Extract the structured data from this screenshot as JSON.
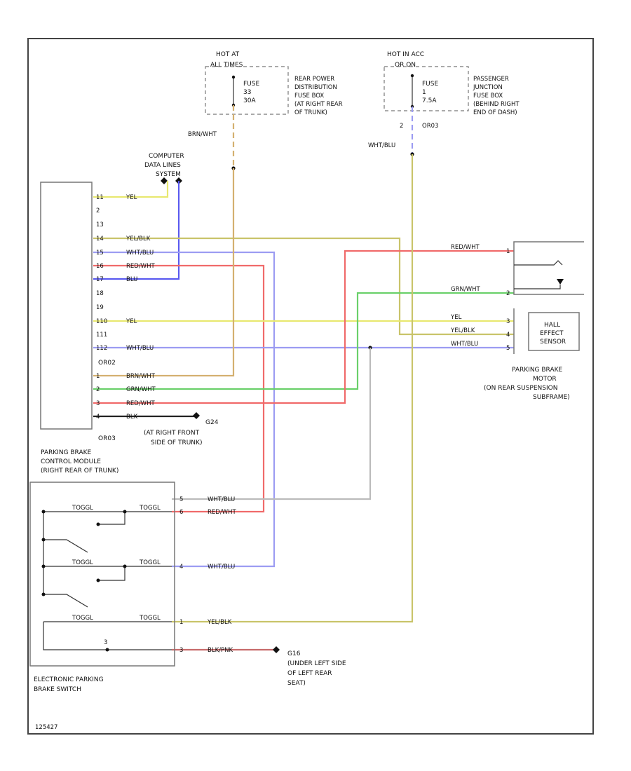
{
  "fuse_hot_at_all_times": {
    "hot_label": "HOT AT",
    "hot_label_2": "ALL TIMES",
    "fuse_name": "FUSE",
    "fuse_number": "33",
    "fuse_rating": "30A",
    "box_desc": [
      "REAR POWER",
      "DISTRIBUTION",
      "FUSE BOX",
      "(AT RIGHT REAR",
      "OF TRUNK)"
    ],
    "wire_label": "BRN/WHT"
  },
  "fuse_hot_in_acc": {
    "hot_label": "HOT IN ACC",
    "hot_label_2": "OR ON",
    "fuse_name": "FUSE",
    "fuse_number": "1",
    "fuse_rating": "7.5A",
    "box_desc": [
      "PASSENGER",
      "JUNCTION",
      "FUSE BOX",
      "(BEHIND RIGHT",
      "END OF DASH)"
    ],
    "connector_pin": "2",
    "connector_name": "OR03",
    "wire_label": "WHT/BLU"
  },
  "data_lines": {
    "title": [
      "COMPUTER",
      "DATA LINES",
      "SYSTEM"
    ]
  },
  "module": {
    "connector_top": "OR02",
    "connector_bottom": "OR03",
    "label": [
      "PARKING BRAKE",
      "CONTROL MODULE",
      "(RIGHT REAR OF TRUNK)"
    ],
    "pins_top": [
      {
        "pin": "11",
        "wire": "YEL"
      },
      {
        "pin": "2",
        "wire": ""
      },
      {
        "pin": "13",
        "wire": ""
      },
      {
        "pin": "14",
        "wire": "YEL/BLK"
      },
      {
        "pin": "15",
        "wire": "WHT/BLU"
      },
      {
        "pin": "16",
        "wire": "RED/WHT"
      },
      {
        "pin": "17",
        "wire": "BLU"
      },
      {
        "pin": "18",
        "wire": ""
      },
      {
        "pin": "19",
        "wire": ""
      },
      {
        "pin": "110",
        "wire": "YEL"
      },
      {
        "pin": "111",
        "wire": ""
      },
      {
        "pin": "112",
        "wire": "WHT/BLU"
      }
    ],
    "pins_bottom": [
      {
        "pin": "1",
        "wire": "BRN/WHT"
      },
      {
        "pin": "2",
        "wire": "GRN/WHT"
      },
      {
        "pin": "3",
        "wire": "RED/WHT"
      },
      {
        "pin": "4",
        "wire": "BLK"
      }
    ]
  },
  "ground_g24": {
    "name": "G24",
    "location": [
      "(AT RIGHT FRONT",
      "SIDE OF TRUNK)"
    ]
  },
  "motor": {
    "wires": [
      {
        "wire": "RED/WHT",
        "pin": "1"
      },
      {
        "wire": "GRN/WHT",
        "pin": "2"
      },
      {
        "wire": "YEL",
        "pin": "3"
      },
      {
        "wire": "YEL/BLK",
        "pin": "4"
      },
      {
        "wire": "WHT/BLU",
        "pin": "5"
      }
    ],
    "sensor_label": [
      "HALL",
      "EFFECT",
      "SENSOR"
    ],
    "label": [
      "PARKING BRAKE",
      "MOTOR",
      "(ON REAR SUSPENSION",
      "SUBFRAME)"
    ]
  },
  "switch": {
    "label": [
      "ELECTRONIC PARKING",
      "BRAKE SWITCH"
    ],
    "pins": [
      {
        "pin": "5",
        "wire": "WHT/BLU"
      },
      {
        "pin": "6",
        "wire": "RED/WHT"
      },
      {
        "pin": "4",
        "wire": "WHT/BLU"
      },
      {
        "pin": "1",
        "wire": "YEL/BLK"
      },
      {
        "pin": "3",
        "wire": "BLK/PNK"
      }
    ],
    "contact_labels": [
      "TOGGL",
      "TOGGL",
      "TOGGL",
      "TOGGL",
      "TOGGL",
      "TOGGL"
    ],
    "internal_pin": "3"
  },
  "ground_g16": {
    "name": "G16",
    "location": [
      "(UNDER LEFT SIDE",
      "OF LEFT REAR",
      "SEAT)"
    ]
  },
  "diagram_id": "125427",
  "colors": {
    "yellow": "#e8e870",
    "yellow_black": "#c9c46a",
    "white_blue": "#9c9cf2",
    "red_white": "#f06a6a",
    "blue": "#5a5af0",
    "brown_white": "#d4b070",
    "green_white": "#6ad06a",
    "black": "#222222",
    "black_pink": "#c76a6a",
    "gray": "#bbbbbb"
  }
}
